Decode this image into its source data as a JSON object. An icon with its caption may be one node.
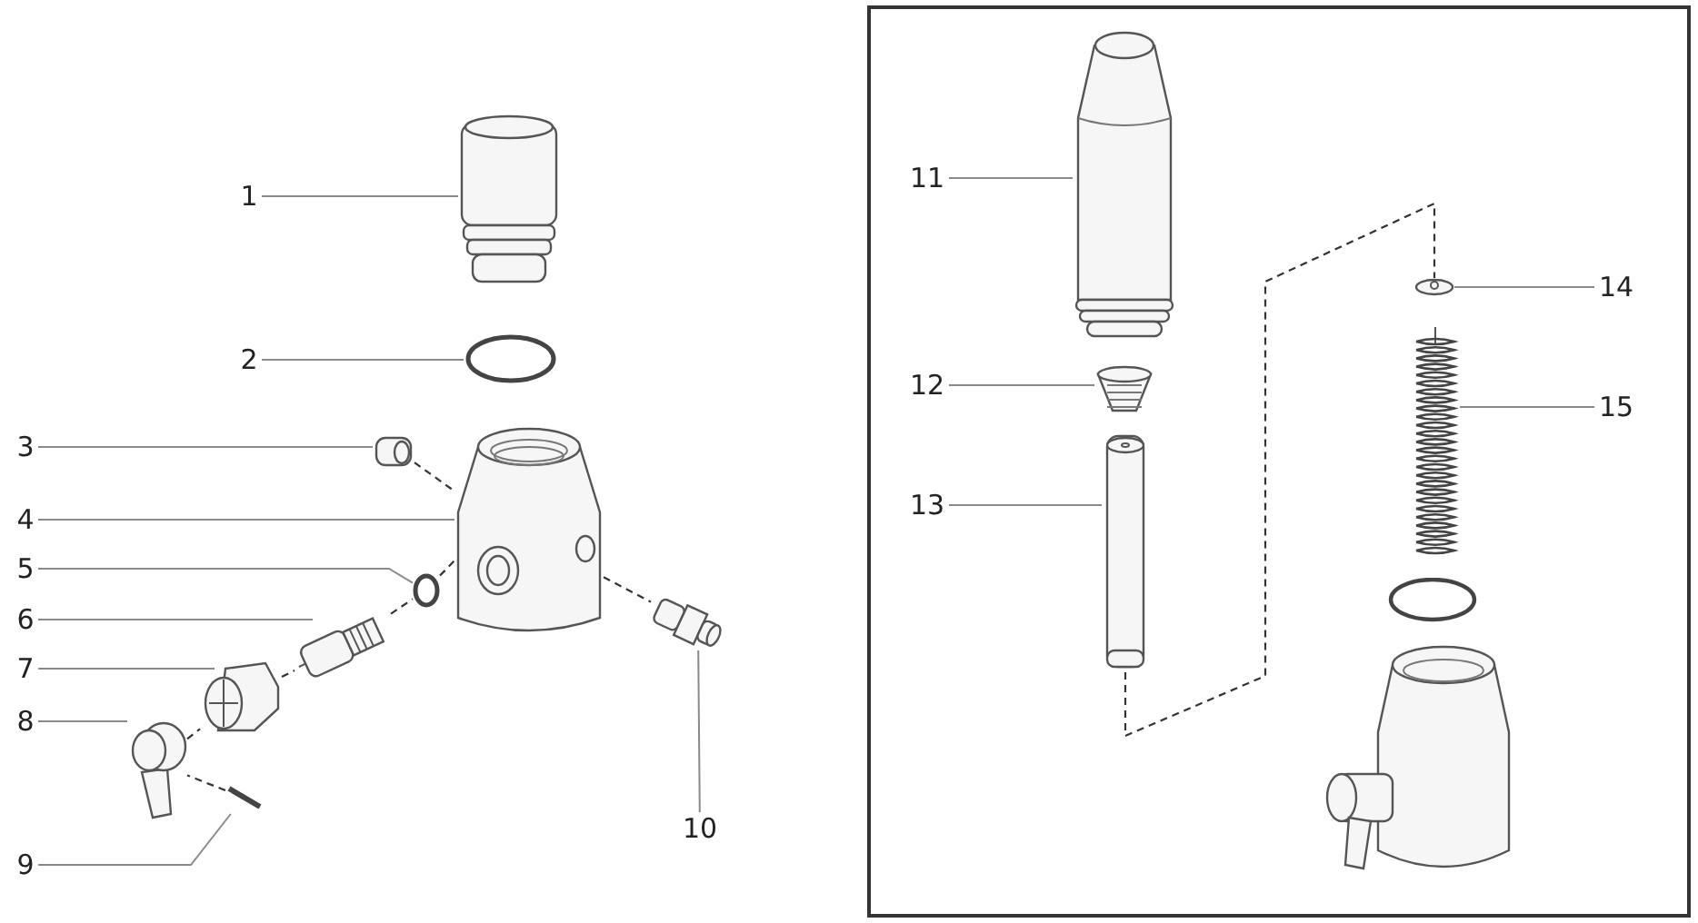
{
  "diagram": {
    "nodes": [
      {
        "text": [
          "1"
        ]
      },
      {
        "text": [
          "2"
        ]
      },
      {
        "text": [
          "3"
        ]
      },
      {
        "text": [
          "4"
        ]
      },
      {
        "text": [
          "5"
        ]
      },
      {
        "text": [
          "6"
        ]
      },
      {
        "text": [
          "7"
        ]
      },
      {
        "text": [
          "8"
        ]
      },
      {
        "text": [
          "9"
        ]
      },
      {
        "text": [
          "10"
        ]
      },
      {
        "text": [],
        "shape": "cylinder"
      },
      {
        "text": [],
        "shape": "ring"
      },
      {
        "text": [],
        "shape": "picture"
      },
      {
        "text": [],
        "shape": "picture"
      },
      {
        "text": [],
        "shape": "ring"
      },
      {
        "text": [],
        "shape": "picture"
      },
      {
        "text": [],
        "shape": "picture"
      },
      {
        "text": [],
        "shape": "picture"
      },
      {
        "text": [],
        "shape": "picture"
      },
      {
        "text": [],
        "shape": "picture"
      },
      {
        "text": [],
        "shape": "box"
      },
      {
        "text": [
          "11"
        ],
        "in": 20
      },
      {
        "text": [
          "12"
        ],
        "in": 20
      },
      {
        "text": [
          "13"
        ],
        "in": 20
      },
      {
        "text": [
          "14"
        ],
        "in": 20
      },
      {
        "text": [
          "15"
        ],
        "in": 20
      },
      {
        "text": [],
        "shape": "picture",
        "in": 20
      },
      {
        "text": [],
        "shape": "picture",
        "in": 20
      },
      {
        "text": [],
        "shape": "picture",
        "in": 20
      },
      {
        "text": [],
        "shape": "picture",
        "in": 20
      },
      {
        "text": [],
        "shape": "picture",
        "in": 20
      }
    ],
    "edges": [
      {
        "from": 0,
        "to": 10,
        "arrow": "none"
      },
      {
        "from": 1,
        "to": 11,
        "arrow": "none"
      },
      {
        "from": 2,
        "to": 12,
        "arrow": "none"
      },
      {
        "from": 3,
        "to": 13,
        "arrow": "none"
      },
      {
        "from": 4,
        "to": 14,
        "arrow": "none"
      },
      {
        "from": 5,
        "to": 15,
        "arrow": "none"
      },
      {
        "from": 6,
        "to": 16,
        "arrow": "none"
      },
      {
        "from": 7,
        "to": 17,
        "arrow": "none"
      },
      {
        "from": 8,
        "to": 18,
        "arrow": "none"
      },
      {
        "from": 9,
        "to": 19,
        "arrow": "none"
      },
      {
        "from": 21,
        "to": 26,
        "arrow": "none"
      },
      {
        "from": 22,
        "to": 27,
        "arrow": "none"
      },
      {
        "from": 23,
        "to": 28,
        "arrow": "none"
      },
      {
        "from": 24,
        "to": 29,
        "arrow": "none"
      },
      {
        "from": 25,
        "to": 30,
        "arrow": "none"
      },
      {
        "from": 12,
        "to": 13,
        "arrow": "none",
        "style": "dashed"
      },
      {
        "from": 13,
        "to": 19,
        "arrow": "none",
        "style": "dashed"
      },
      {
        "from": 14,
        "to": 13,
        "arrow": "none",
        "style": "dashed"
      },
      {
        "from": 15,
        "to": 14,
        "arrow": "none",
        "style": "dashed"
      },
      {
        "from": 16,
        "to": 15,
        "arrow": "none",
        "style": "dashed"
      },
      {
        "from": 17,
        "to": 16,
        "arrow": "none",
        "style": "dashed"
      },
      {
        "from": 18,
        "to": 17,
        "arrow": "none",
        "style": "dashed"
      },
      {
        "from": 28,
        "to": 29,
        "arrow": "none",
        "style": "dashed"
      }
    ]
  }
}
